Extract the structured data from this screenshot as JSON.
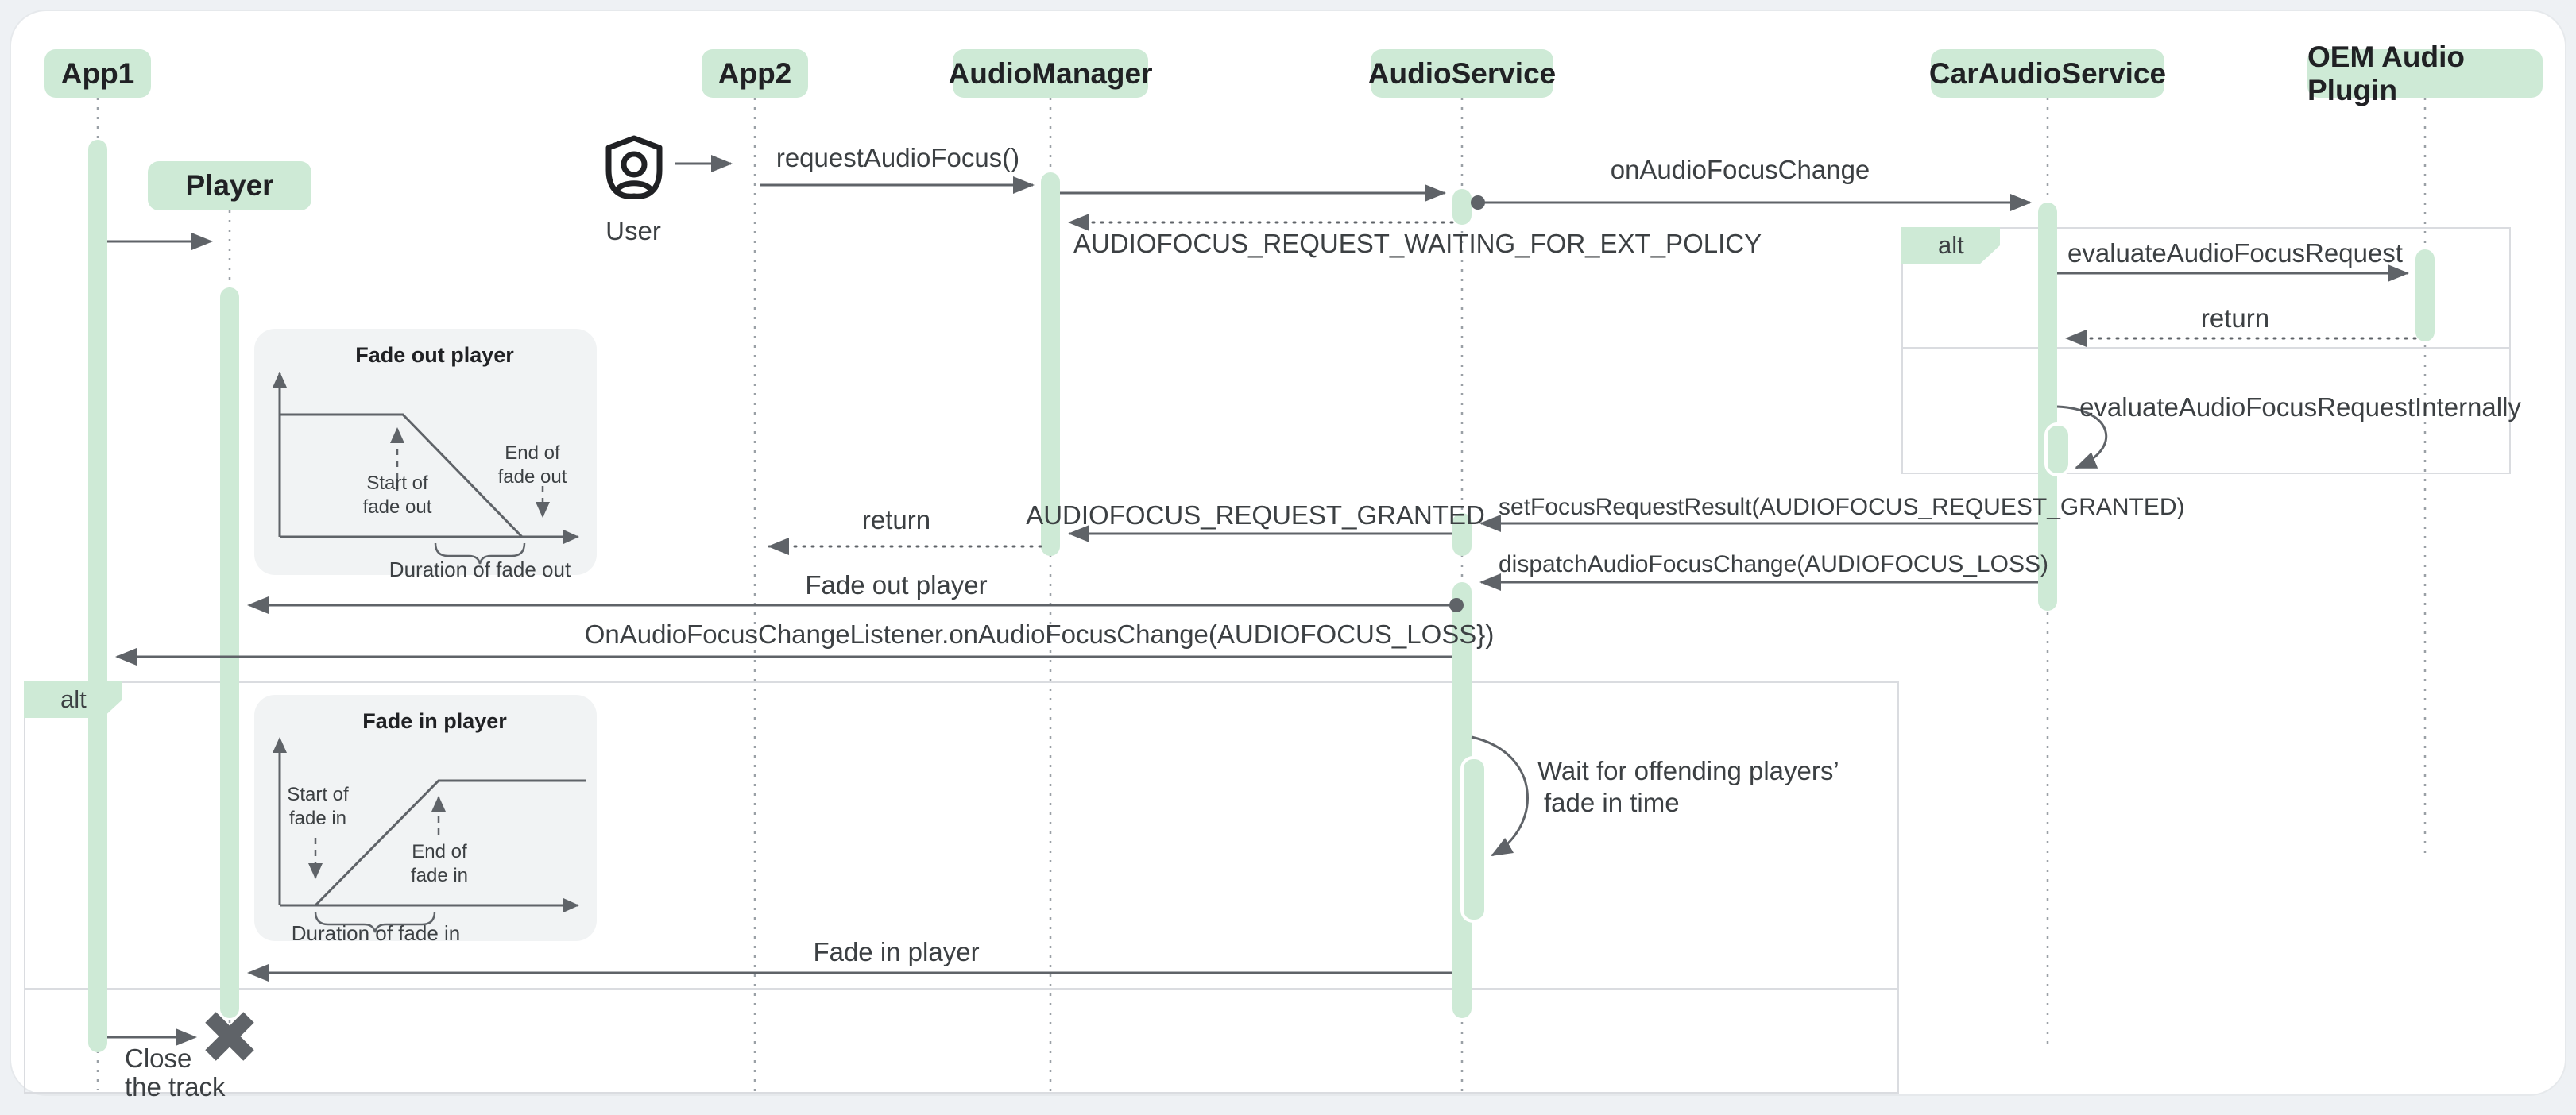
{
  "actors": [
    {
      "name": "App1"
    },
    {
      "name": "App2"
    },
    {
      "name": "AudioManager"
    },
    {
      "name": "AudioService"
    },
    {
      "name": "CarAudioService"
    },
    {
      "name": "OEM Audio Plugin"
    }
  ],
  "player": {
    "name": "Player"
  },
  "user": {
    "label": "User",
    "icon": "shield-person-icon"
  },
  "alt_frames": {
    "left_label": "alt",
    "right_label": "alt"
  },
  "messages": {
    "request_audio_focus": "requestAudioFocus()",
    "on_audio_focus_change": "onAudioFocusChange",
    "waiting_policy": "AUDIOFOCUS_REQUEST_WAITING_FOR_EXT_POLICY",
    "evaluate_request": "evaluateAudioFocusRequest",
    "return_right": "return",
    "evaluate_internally": "evaluateAudioFocusRequestInternally",
    "set_focus_result": "setFocusRequestResult(AUDIOFOCUS_REQUEST_GRANTED)",
    "request_granted": "AUDIOFOCUS_REQUEST_GRANTED",
    "return_left": "return",
    "dispatch_change": "dispatchAudioFocusChange(AUDIOFOCUS_LOSS)",
    "fade_out_player": "Fade out player",
    "focus_listener_callback": "OnAudioFocusChangeListener.onAudioFocusChange(AUDIOFOCUS_LOSS})",
    "fade_in_player": "Fade in player"
  },
  "notes": {
    "wait_line1": "Wait for offending players’",
    "wait_line2": "fade in time",
    "close_line1": "Close",
    "close_line2": "the track"
  },
  "insets": {
    "fade_out": {
      "title": "Fade out player",
      "start_line1": "Start of",
      "start_line2": "fade out",
      "end_line1": "End of",
      "end_line2": "fade out",
      "duration": "Duration of fade out"
    },
    "fade_in": {
      "title": "Fade in player",
      "start_line1": "Start of",
      "start_line2": "fade in",
      "end_line1": "End of",
      "end_line2": "fade in",
      "duration": "Duration of fade in"
    }
  },
  "colors": {
    "page_bg": "#eef1f4",
    "canvas": "#ffffff",
    "actor_fill": "#ceead6",
    "text_dark": "#202124",
    "label": "#3c4043",
    "arrow": "#5f6368",
    "lifeline": "#9aa0a6",
    "frame_border": "#dadce0",
    "inset_bg": "#f1f3f4"
  }
}
